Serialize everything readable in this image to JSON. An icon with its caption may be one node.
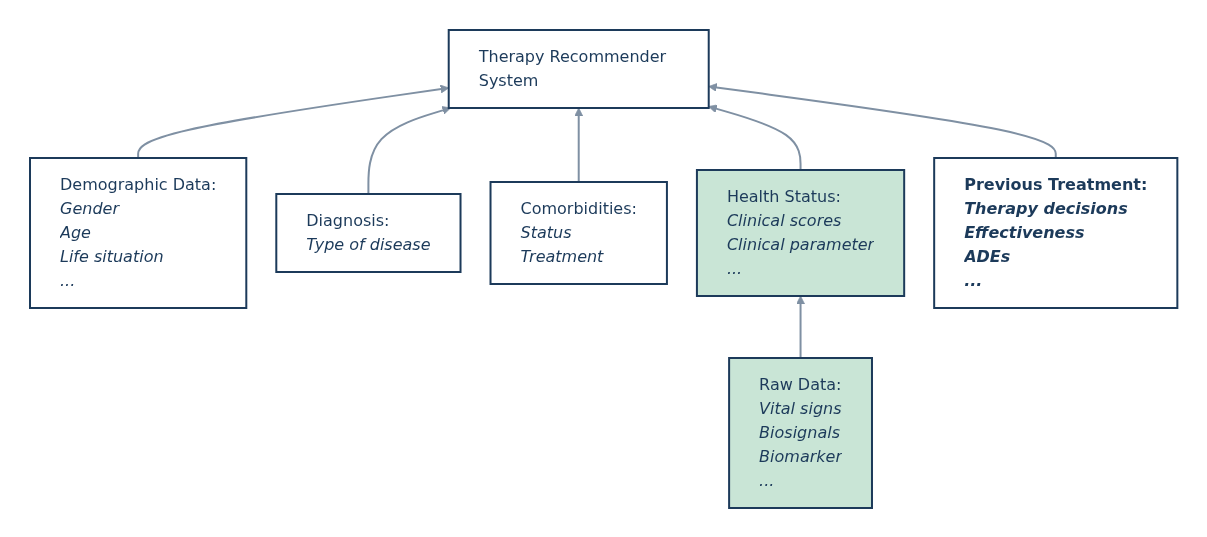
{
  "diagram": {
    "nodes": [
      {
        "text": [
          "Therapy Recommender System"
        ]
      },
      {
        "text": [
          "Demographic Data:",
          "Gender",
          "Age",
          "Life situation",
          "..."
        ]
      },
      {
        "text": [
          "Diagnosis:",
          "Type of disease"
        ]
      },
      {
        "text": [
          "Comorbidities:",
          "Status",
          "Treatment"
        ]
      },
      {
        "text": [
          "Health Status:",
          "Clinical scores",
          "Clinical parameter",
          "..."
        ]
      },
      {
        "text": [
          "Raw Data:",
          "Vital signs",
          "Biosignals",
          "Biomarker",
          "..."
        ]
      },
      {
        "text": [
          "Previous Treatment:",
          "Therapy decisions",
          "Effectiveness",
          "ADEs",
          "..."
        ]
      }
    ],
    "edges": [
      {
        "from": 1,
        "to": 0,
        "arrow": "to"
      },
      {
        "from": 2,
        "to": 0,
        "arrow": "to"
      },
      {
        "from": 3,
        "to": 0,
        "arrow": "to"
      },
      {
        "from": 4,
        "to": 0,
        "arrow": "to"
      },
      {
        "from": 5,
        "to": 4,
        "arrow": "to"
      },
      {
        "from": 6,
        "to": 0,
        "arrow": "to"
      }
    ]
  }
}
